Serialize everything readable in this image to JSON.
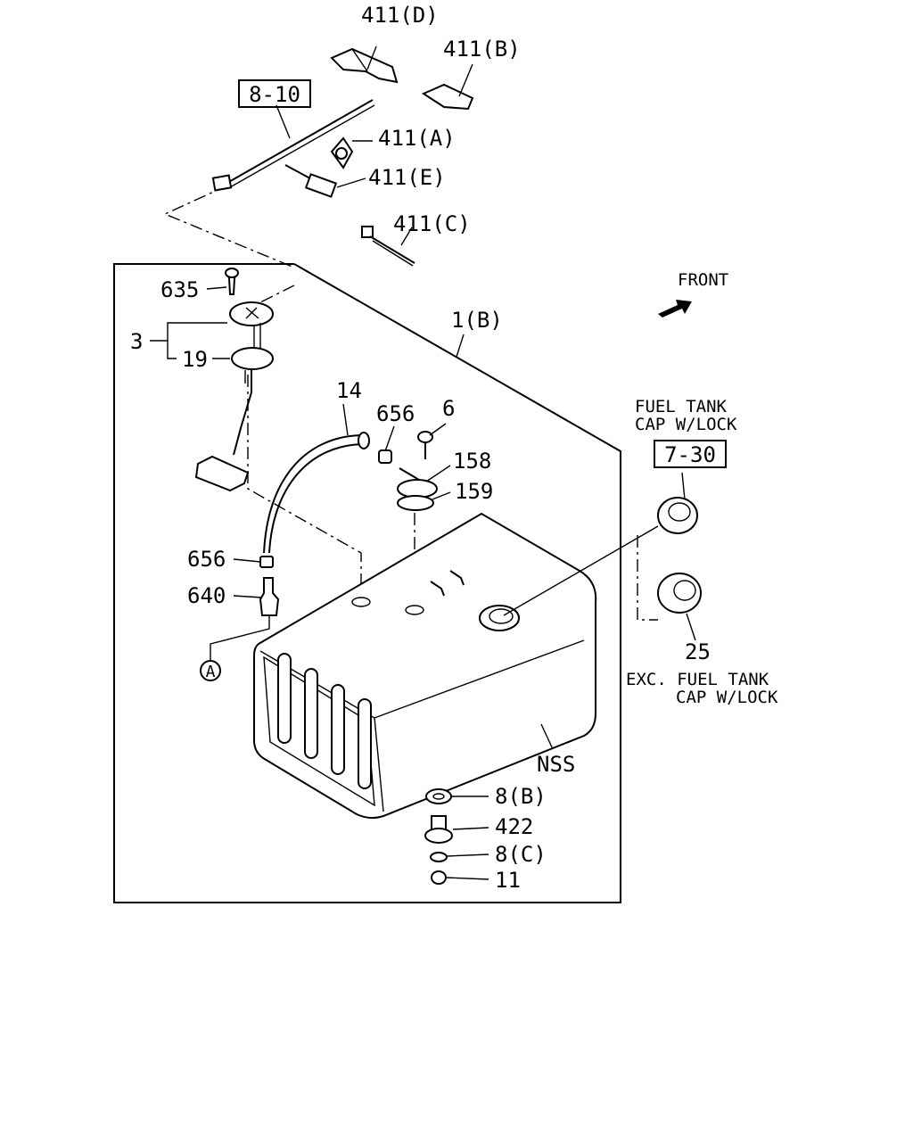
{
  "diagram": {
    "labels": {
      "p411d": "411(D)",
      "p411b": "411(B)",
      "p411a": "411(A)",
      "p411e": "411(E)",
      "p411c": "411(C)",
      "p635": "635",
      "p3": "3",
      "p19": "19",
      "p1b": "1(B)",
      "p14": "14",
      "p656_top": "656",
      "p6": "6",
      "p158": "158",
      "p159": "159",
      "p656_left": "656",
      "p640": "640",
      "pA": "A",
      "p25": "25",
      "nss": "NSS",
      "p8b": "8(B)",
      "p422": "422",
      "p8c": "8(C)",
      "p11": "11"
    },
    "refs": {
      "ref_8_10": "8-10",
      "ref_7_30": "7-30"
    },
    "notes": {
      "front": "FRONT",
      "cap_lock_1": "FUEL TANK",
      "cap_lock_2": "CAP W/LOCK",
      "exc_1": "EXC. FUEL TANK",
      "exc_2": "CAP W/LOCK"
    }
  }
}
